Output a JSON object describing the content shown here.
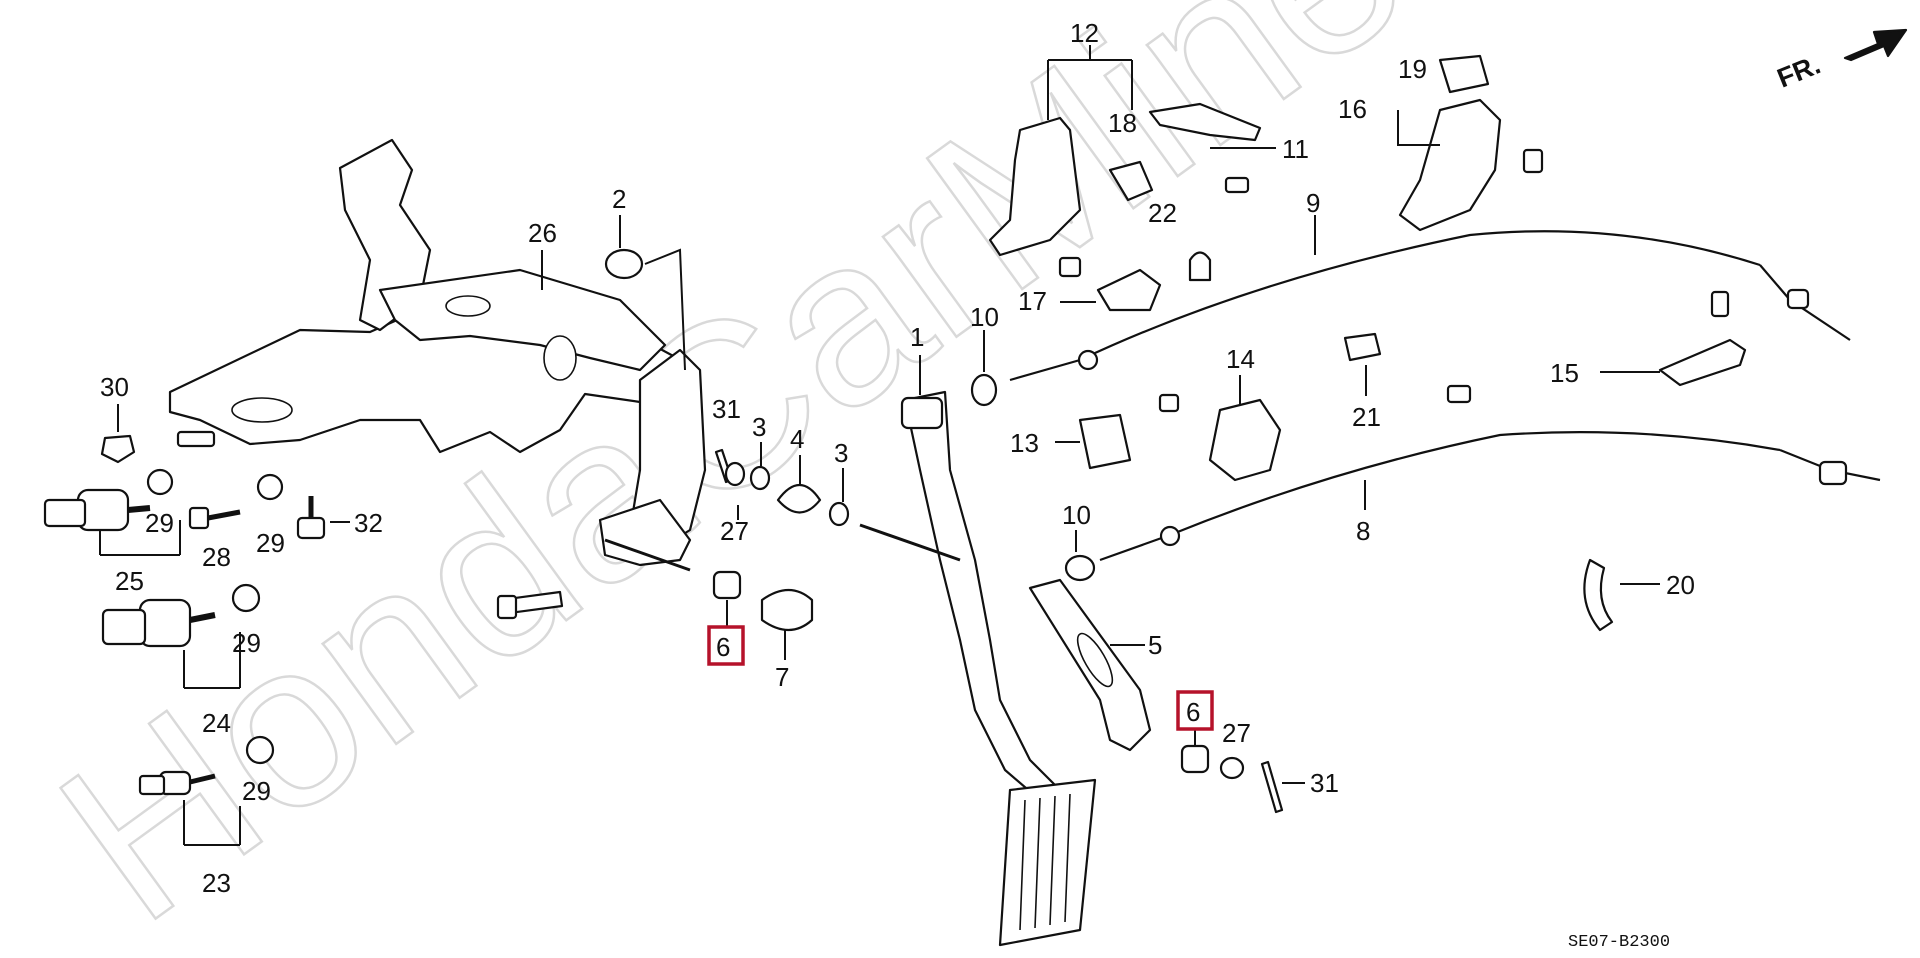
{
  "watermark": "HondaCarMine.ru",
  "diagram_code": "SE07-B2300",
  "direction_label": "FR.",
  "highlight_color": "#b5122a",
  "callouts": [
    {
      "id": "c1",
      "label": "1"
    },
    {
      "id": "c2",
      "label": "2"
    },
    {
      "id": "c3a",
      "label": "3"
    },
    {
      "id": "c3b",
      "label": "3"
    },
    {
      "id": "c4",
      "label": "4"
    },
    {
      "id": "c5",
      "label": "5"
    },
    {
      "id": "c6a",
      "label": "6",
      "highlighted": true
    },
    {
      "id": "c6b",
      "label": "6",
      "highlighted": true
    },
    {
      "id": "c7",
      "label": "7"
    },
    {
      "id": "c8",
      "label": "8"
    },
    {
      "id": "c9",
      "label": "9"
    },
    {
      "id": "c10a",
      "label": "10"
    },
    {
      "id": "c10b",
      "label": "10"
    },
    {
      "id": "c11",
      "label": "11"
    },
    {
      "id": "c12",
      "label": "12"
    },
    {
      "id": "c13",
      "label": "13"
    },
    {
      "id": "c14",
      "label": "14"
    },
    {
      "id": "c15",
      "label": "15"
    },
    {
      "id": "c16",
      "label": "16"
    },
    {
      "id": "c17",
      "label": "17"
    },
    {
      "id": "c18",
      "label": "18"
    },
    {
      "id": "c19",
      "label": "19"
    },
    {
      "id": "c20",
      "label": "20"
    },
    {
      "id": "c21",
      "label": "21"
    },
    {
      "id": "c22",
      "label": "22"
    },
    {
      "id": "c23",
      "label": "23"
    },
    {
      "id": "c24",
      "label": "24"
    },
    {
      "id": "c25",
      "label": "25"
    },
    {
      "id": "c26",
      "label": "26"
    },
    {
      "id": "c27a",
      "label": "27"
    },
    {
      "id": "c27b",
      "label": "27"
    },
    {
      "id": "c28",
      "label": "28"
    },
    {
      "id": "c29a",
      "label": "29"
    },
    {
      "id": "c29b",
      "label": "29"
    },
    {
      "id": "c29c",
      "label": "29"
    },
    {
      "id": "c29d",
      "label": "29"
    },
    {
      "id": "c30",
      "label": "30"
    },
    {
      "id": "c31a",
      "label": "31"
    },
    {
      "id": "c31b",
      "label": "31"
    },
    {
      "id": "c32",
      "label": "32"
    }
  ]
}
